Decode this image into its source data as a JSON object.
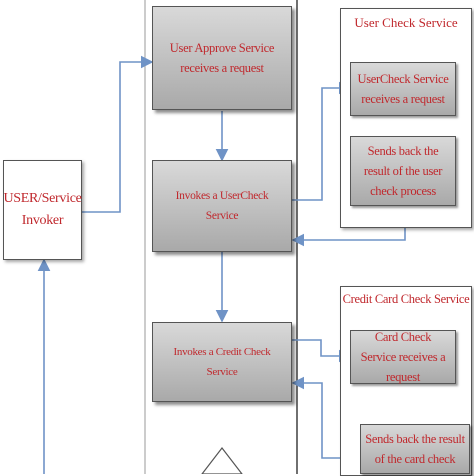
{
  "nodes": {
    "user_invoker": "USER/Service Invoker",
    "approve": "User Approve Service receives a request",
    "invoke_usercheck": "Invokes a UserCheck Service",
    "invoke_creditcheck": "Invokes a Credit Check Service",
    "usercheck_receive": "UserCheck Service receives a request",
    "usercheck_sendback": "Sends back the result of the user check process",
    "cardcheck_receive": "Card Check Service receives a request",
    "cardcheck_sendback": "Sends back the result of the card check"
  },
  "groups": {
    "usercheck_title": "User Check Service",
    "creditcard_title": "Credit Card Check Service"
  },
  "colors": {
    "text": "#c0282d",
    "arrow": "#6f93c6",
    "box_grey_top": "#d9d9d9",
    "box_grey_bottom": "#a9a9a9"
  }
}
